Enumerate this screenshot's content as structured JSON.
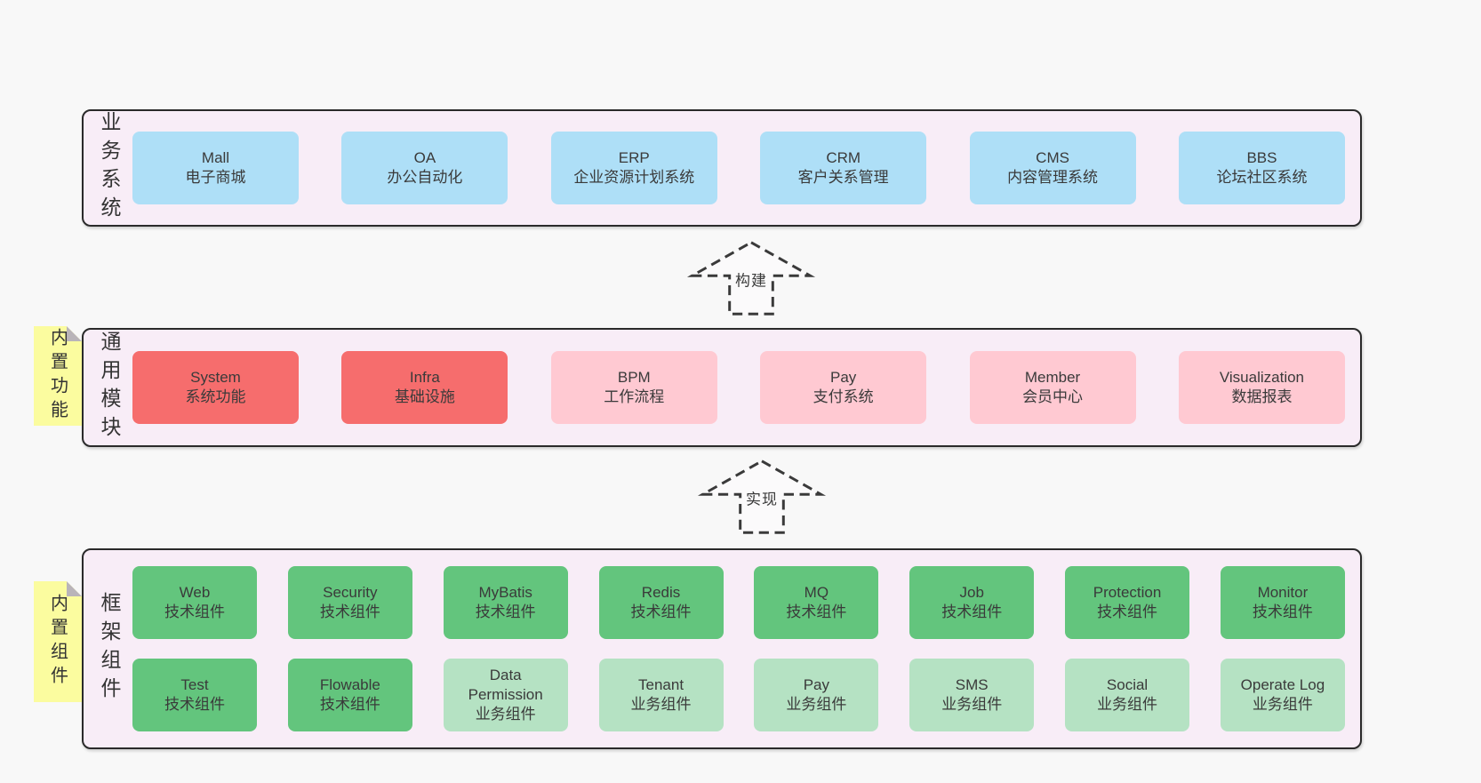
{
  "colors": {
    "page_bg": "#f8f8f8",
    "panel_bg": "#f8edf7",
    "panel_border": "#2a2a2a",
    "blue_box": "#aedff7",
    "red_box": "#f66d6d",
    "pink_box": "#ffc9d2",
    "green_box": "#63c57d",
    "light_green_box": "#b5e2c3",
    "sticky_yellow": "#fbfc9f",
    "text": "#3a3a3a"
  },
  "sections": {
    "business": {
      "label": "业务系统",
      "boxes": [
        {
          "title": "Mall",
          "subtitle": "电子商城"
        },
        {
          "title": "OA",
          "subtitle": "办公自动化"
        },
        {
          "title": "ERP",
          "subtitle": "企业资源计划系统"
        },
        {
          "title": "CRM",
          "subtitle": "客户关系管理"
        },
        {
          "title": "CMS",
          "subtitle": "内容管理系统"
        },
        {
          "title": "BBS",
          "subtitle": "论坛社区系统"
        }
      ]
    },
    "modules": {
      "label": "通用模块",
      "sticky": "内置功能",
      "boxes": [
        {
          "title": "System",
          "subtitle": "系统功能"
        },
        {
          "title": "Infra",
          "subtitle": "基础设施"
        },
        {
          "title": "BPM",
          "subtitle": "工作流程"
        },
        {
          "title": "Pay",
          "subtitle": "支付系统"
        },
        {
          "title": "Member",
          "subtitle": "会员中心"
        },
        {
          "title": "Visualization",
          "subtitle": "数据报表"
        }
      ]
    },
    "framework": {
      "label": "框架组件",
      "sticky": "内置组件",
      "rows": [
        [
          {
            "title": "Web",
            "subtitle": "技术组件"
          },
          {
            "title": "Security",
            "subtitle": "技术组件"
          },
          {
            "title": "MyBatis",
            "subtitle": "技术组件"
          },
          {
            "title": "Redis",
            "subtitle": "技术组件"
          },
          {
            "title": "MQ",
            "subtitle": "技术组件"
          },
          {
            "title": "Job",
            "subtitle": "技术组件"
          },
          {
            "title": "Protection",
            "subtitle": "技术组件"
          },
          {
            "title": "Monitor",
            "subtitle": "技术组件"
          }
        ],
        [
          {
            "title": "Test",
            "subtitle": "技术组件"
          },
          {
            "title": "Flowable",
            "subtitle": "技术组件"
          },
          {
            "title": "Data Permission",
            "subtitle": "业务组件"
          },
          {
            "title": "Tenant",
            "subtitle": "业务组件"
          },
          {
            "title": "Pay",
            "subtitle": "业务组件"
          },
          {
            "title": "SMS",
            "subtitle": "业务组件"
          },
          {
            "title": "Social",
            "subtitle": "业务组件"
          },
          {
            "title": "Operate Log",
            "subtitle": "业务组件"
          }
        ]
      ]
    }
  },
  "arrows": [
    {
      "label": "构建"
    },
    {
      "label": "实现"
    }
  ]
}
